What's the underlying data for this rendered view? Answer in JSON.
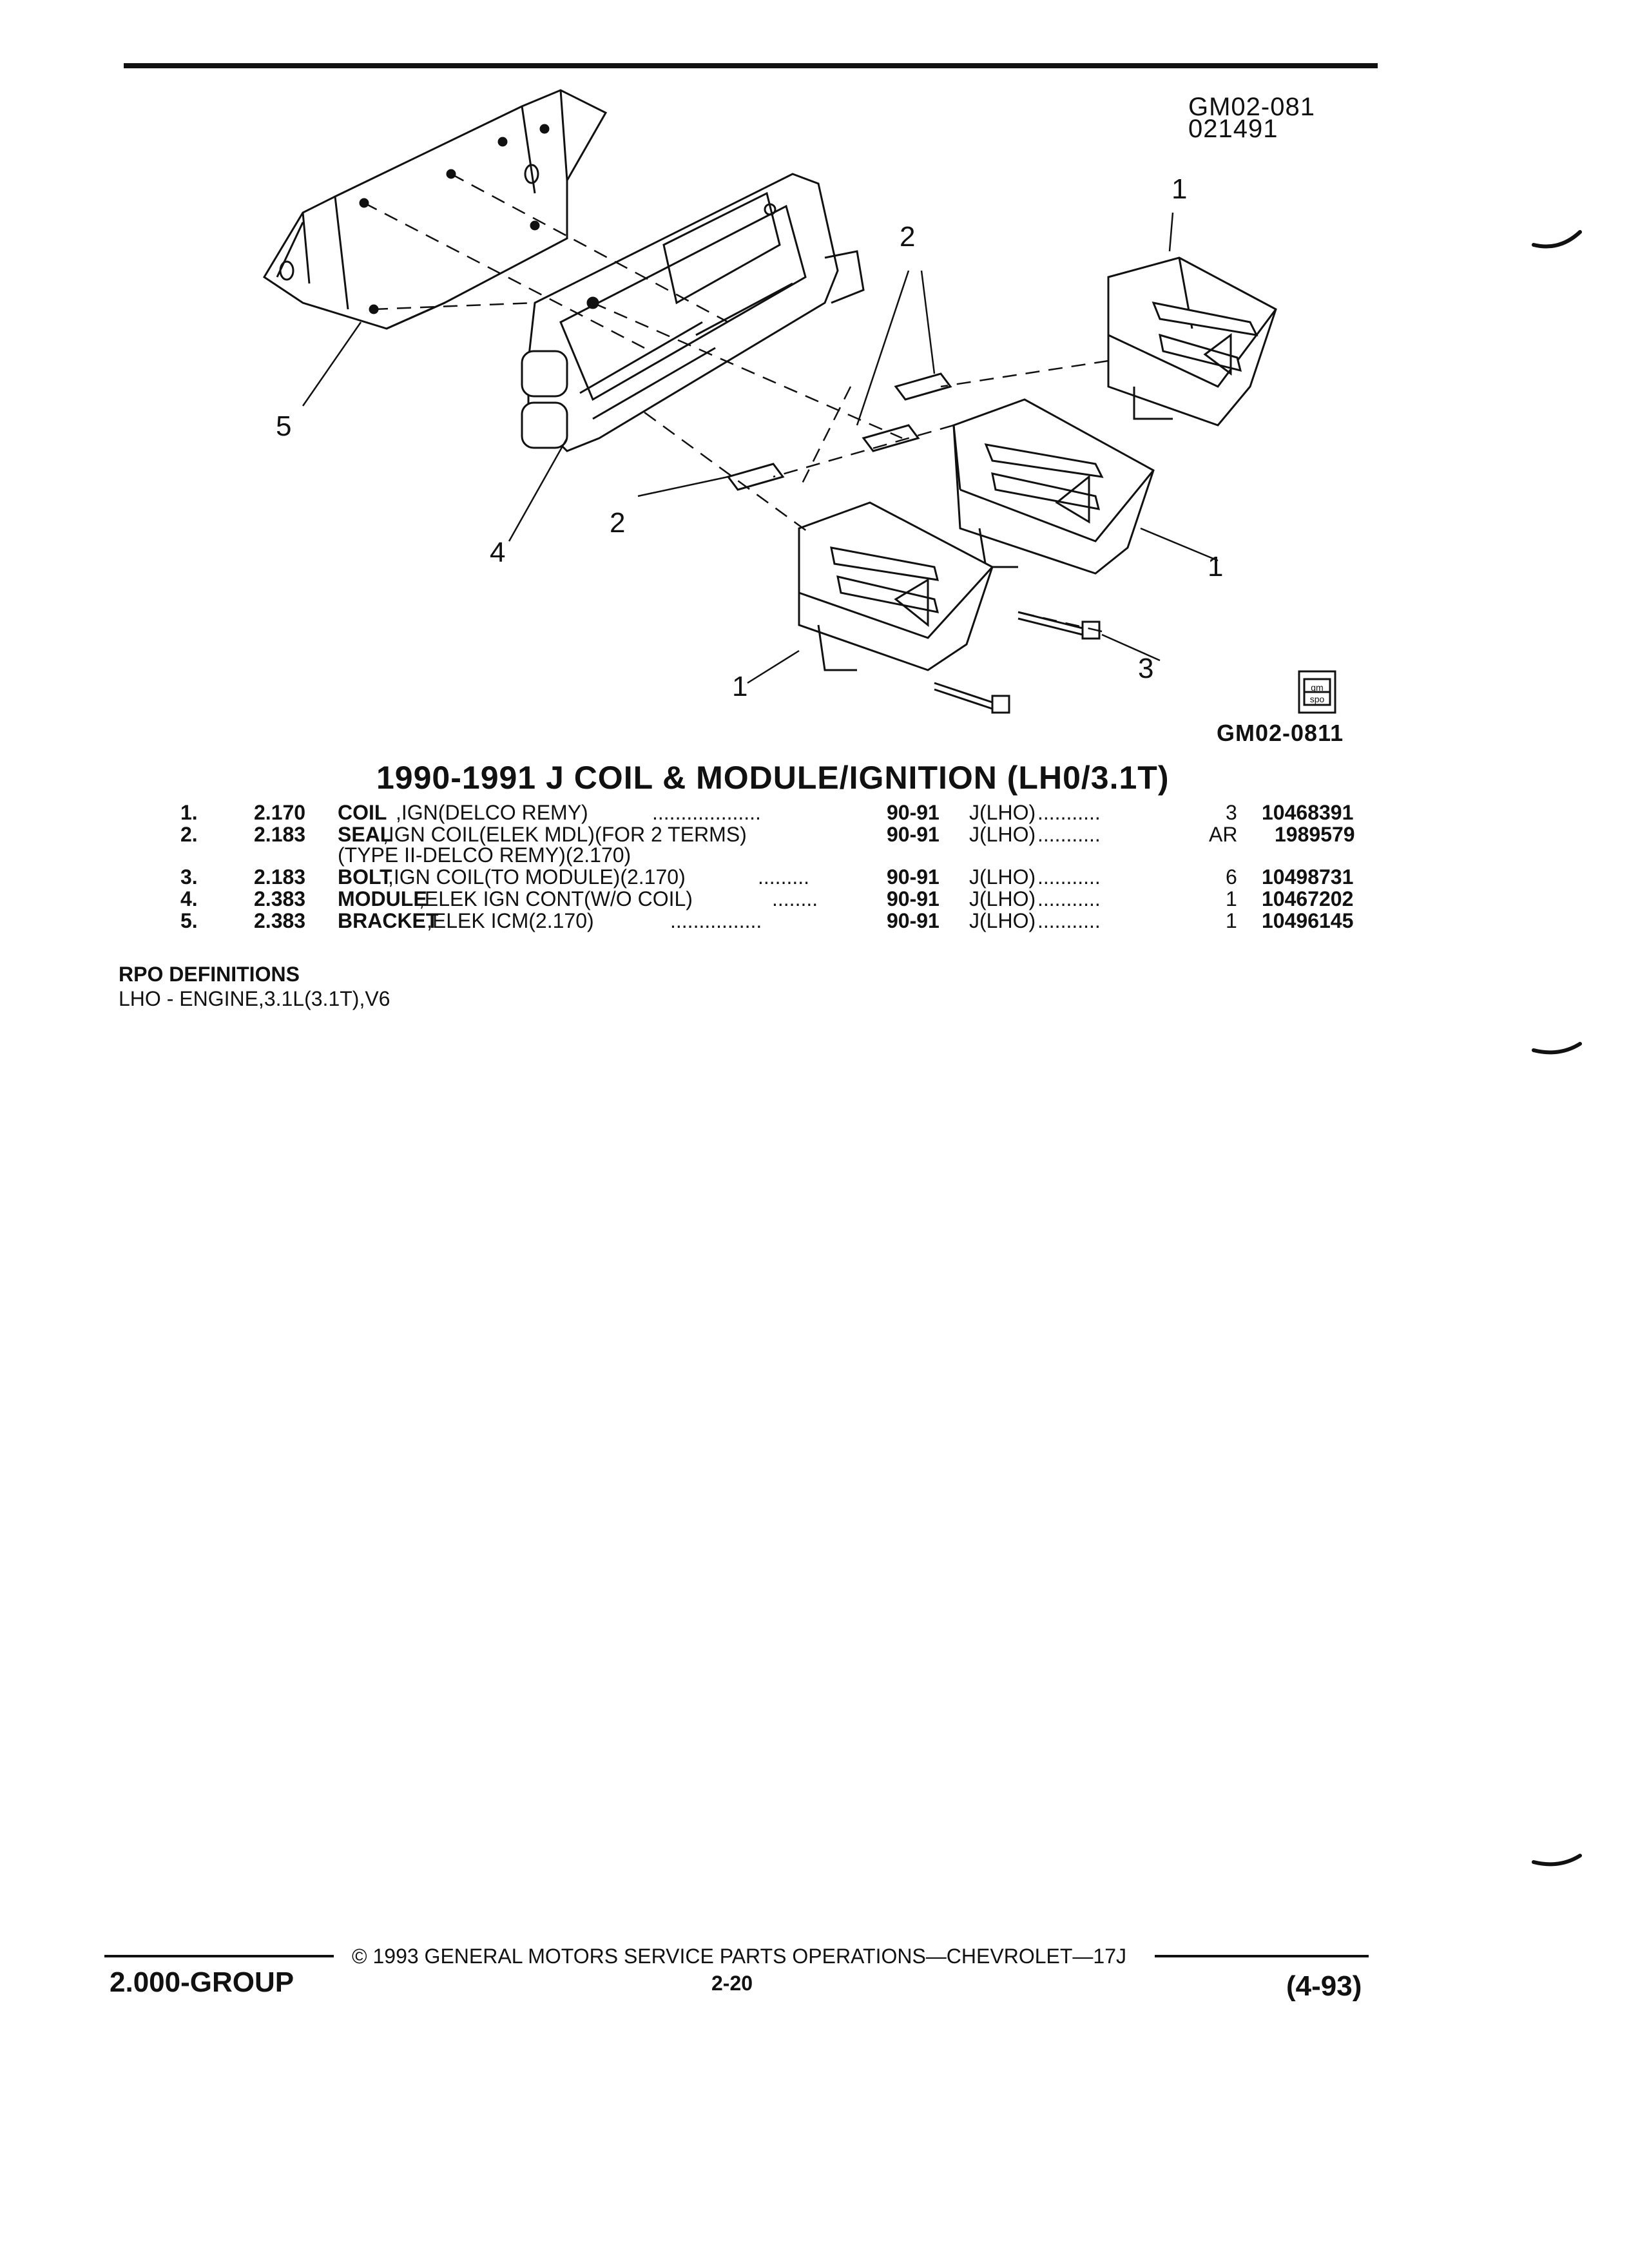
{
  "figure": {
    "id_top": "GM02-081",
    "date_code": "021491",
    "id_bottom": "GM02-0811",
    "gm_logo_text_1": "gm",
    "gm_logo_text_2": "spo",
    "callouts": [
      "1",
      "2",
      "5",
      "2",
      "4",
      "1",
      "3",
      "1"
    ]
  },
  "title": "1990-1991 J COIL & MODULE/IGNITION (LH0/3.1T)",
  "parts": [
    {
      "item": "1.",
      "group": "2.170",
      "name": "COIL",
      "desc": ",IGN(DELCO REMY)",
      "dots": "...................",
      "years": "90-91",
      "model": "J(LHO)",
      "mdots": "...........",
      "qty": "3",
      "part_no": "10468391"
    },
    {
      "item": "2.",
      "group": "2.183",
      "name": "SEAL",
      "desc": ",IGN COIL(ELEK MDL)(FOR 2 TERMS)",
      "desc2": "(TYPE II-DELCO REMY)(2.170)",
      "dots": "",
      "years": "90-91",
      "model": "J(LHO)",
      "mdots": "...........",
      "qty": "AR",
      "part_no": "1989579"
    },
    {
      "item": "3.",
      "group": "2.183",
      "name": "BOLT",
      "desc": ",IGN COIL(TO MODULE)(2.170)",
      "dots": ".........",
      "years": "90-91",
      "model": "J(LHO)",
      "mdots": "...........",
      "qty": "6",
      "part_no": "10498731"
    },
    {
      "item": "4.",
      "group": "2.383",
      "name": "MODULE",
      "desc": ",ELEK IGN CONT(W/O COIL)",
      "dots": "........",
      "years": "90-91",
      "model": "J(LHO)",
      "mdots": "...........",
      "qty": "1",
      "part_no": "10467202"
    },
    {
      "item": "5.",
      "group": "2.383",
      "name": "BRACKET",
      "desc": ",ELEK ICM(2.170)",
      "dots": "................",
      "years": "90-91",
      "model": "J(LHO)",
      "mdots": "...........",
      "qty": "1",
      "part_no": "10496145"
    }
  ],
  "rpo": {
    "heading": "RPO DEFINITIONS",
    "line": "LHO - ENGINE,3.1L(3.1T),V6"
  },
  "footer": {
    "group": "2.000-GROUP",
    "copyright": "© 1993 GENERAL MOTORS SERVICE PARTS OPERATIONS—CHEVROLET—17J",
    "page": "2-20",
    "revision": "(4-93)"
  }
}
